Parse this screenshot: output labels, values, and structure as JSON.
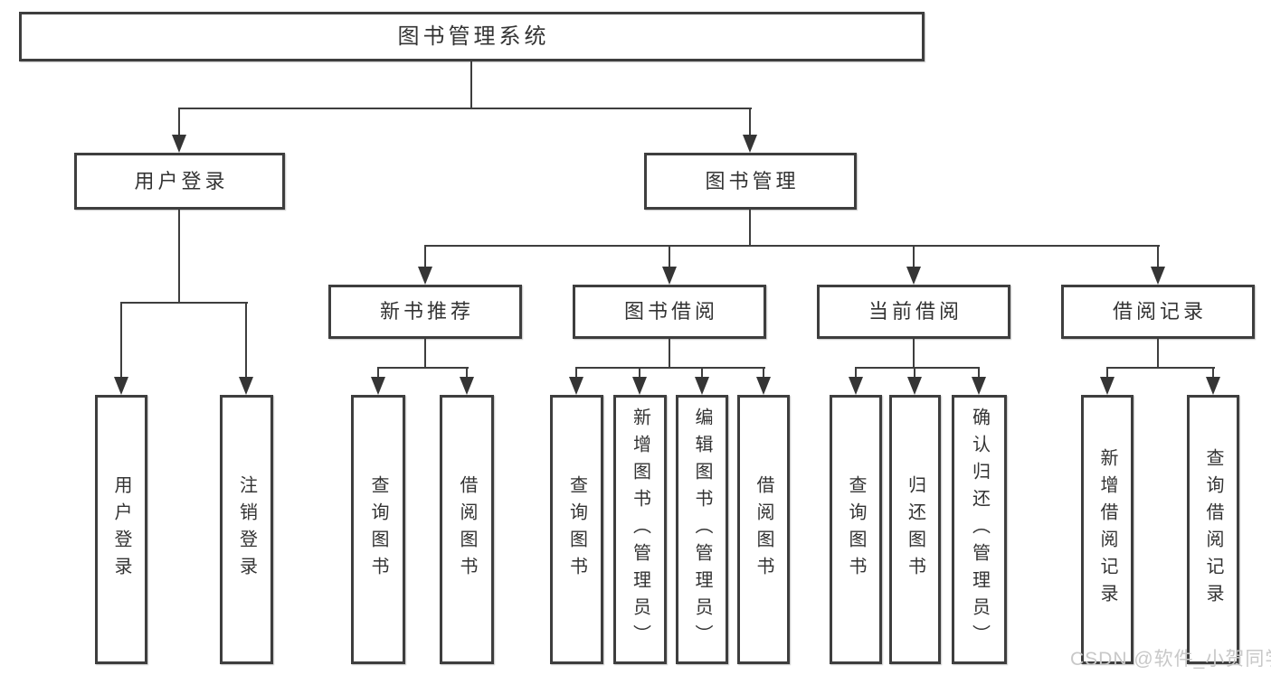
{
  "colors": {
    "line": "#3e3e3e",
    "text": "#333333",
    "watermark": "#c8c8c8",
    "background": "#ffffff"
  },
  "watermark": "CSDN @软件_小贺同学",
  "root": {
    "label": "图书管理系统",
    "children": [
      {
        "label": "用户登录",
        "children": [
          {
            "label": "用户登录"
          },
          {
            "label": "注销登录"
          }
        ]
      },
      {
        "label": "图书管理",
        "children": [
          {
            "label": "新书推荐",
            "children": [
              {
                "label": "查询图书"
              },
              {
                "label": "借阅图书"
              }
            ]
          },
          {
            "label": "图书借阅",
            "children": [
              {
                "label": "查询图书"
              },
              {
                "label": "新增图书（管理员）"
              },
              {
                "label": "编辑图书（管理员）"
              },
              {
                "label": "借阅图书"
              }
            ]
          },
          {
            "label": "当前借阅",
            "children": [
              {
                "label": "查询图书"
              },
              {
                "label": "归还图书"
              },
              {
                "label": "确认归还（管理员）"
              }
            ]
          },
          {
            "label": "借阅记录",
            "children": [
              {
                "label": "新增借阅记录"
              },
              {
                "label": "查询借阅记录"
              }
            ]
          }
        ]
      }
    ]
  }
}
